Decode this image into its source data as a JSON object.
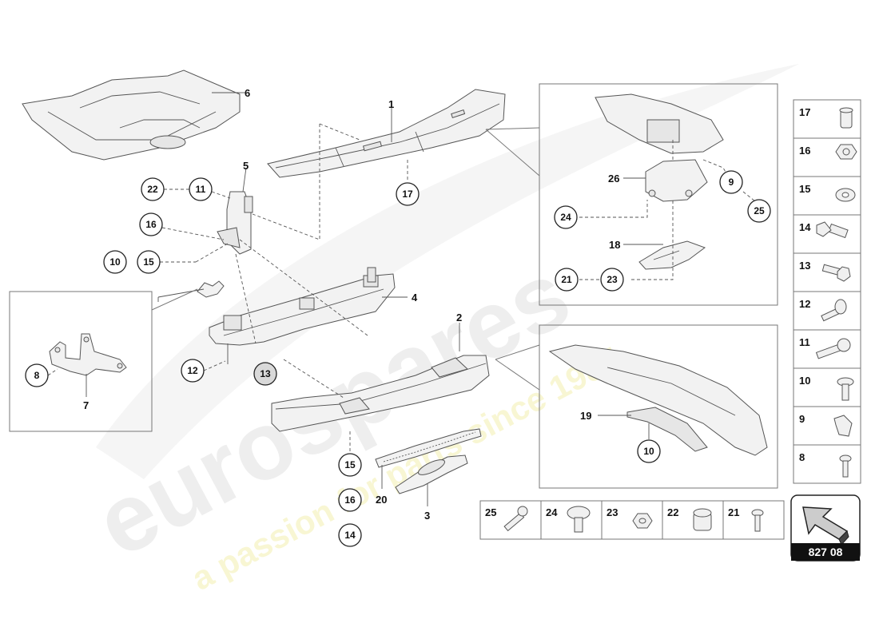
{
  "watermark": {
    "brand": "eurospares",
    "tagline": "a passion for parts since 1985"
  },
  "diagram_code": "827 08",
  "main_labels": [
    "1",
    "2",
    "3",
    "4",
    "5",
    "6",
    "7",
    "18",
    "19",
    "20",
    "26"
  ],
  "callouts": {
    "c22": "22",
    "c11": "11",
    "c16a": "16",
    "c10a": "10",
    "c15a": "15",
    "c17": "17",
    "c8": "8",
    "c12": "12",
    "c13": "13",
    "c15b": "15",
    "c16b": "16",
    "c14": "14",
    "c24": "24",
    "c9": "9",
    "c25": "25",
    "c21": "21",
    "c23": "23",
    "c10b": "10"
  },
  "hardware_column": [
    {
      "num": "17",
      "icon": "sleeve-nut-icon"
    },
    {
      "num": "16",
      "icon": "hex-nut-icon"
    },
    {
      "num": "15",
      "icon": "washer-icon"
    },
    {
      "num": "14",
      "icon": "flange-bolt-icon"
    },
    {
      "num": "13",
      "icon": "hex-bolt-icon"
    },
    {
      "num": "12",
      "icon": "torx-bolt-icon"
    },
    {
      "num": "11",
      "icon": "cap-screw-icon"
    },
    {
      "num": "10",
      "icon": "button-head-bolt-icon"
    },
    {
      "num": "9",
      "icon": "clip-nut-icon"
    },
    {
      "num": "8",
      "icon": "small-bolt-icon"
    }
  ],
  "hardware_row": [
    {
      "num": "25",
      "icon": "long-screw-icon"
    },
    {
      "num": "24",
      "icon": "mushroom-bolt-icon"
    },
    {
      "num": "23",
      "icon": "hex-nut-small-icon"
    },
    {
      "num": "22",
      "icon": "spacer-sleeve-icon"
    },
    {
      "num": "21",
      "icon": "short-bolt-icon"
    }
  ]
}
